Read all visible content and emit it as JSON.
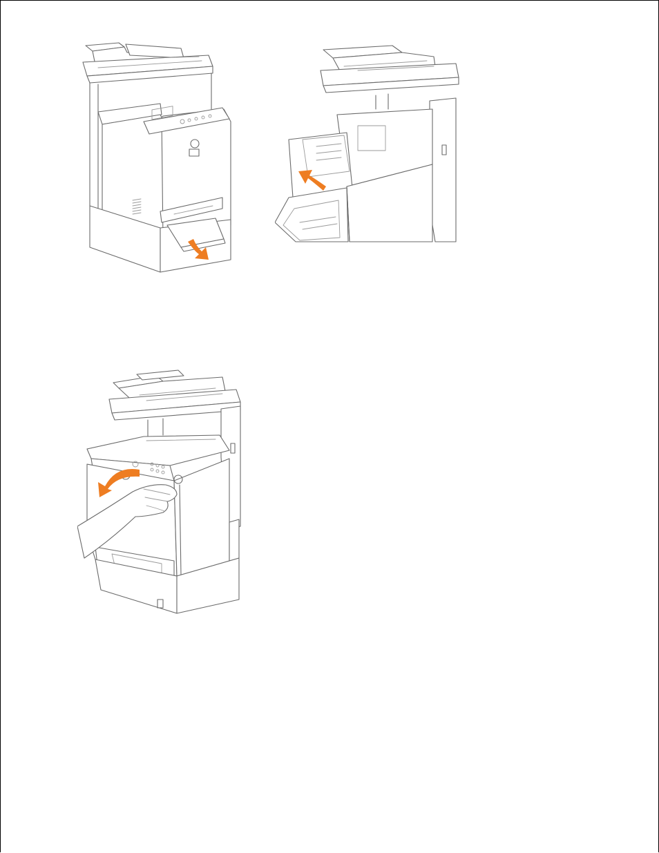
{
  "document": {
    "figures": [
      {
        "id": "fig1",
        "icon": "printer-paper-removal-illustration",
        "arrow_color": "#ee7d22"
      },
      {
        "id": "fig2",
        "icon": "printer-open-front-cover-illustration",
        "arrow_color": "#ee7d22"
      },
      {
        "id": "fig3",
        "icon": "printer-close-front-cover-illustration",
        "arrow_color": "#ee7d22"
      }
    ],
    "colors": {
      "line": "#6a6a6a",
      "arrow": "#ee7d22",
      "border": "#000000"
    }
  }
}
